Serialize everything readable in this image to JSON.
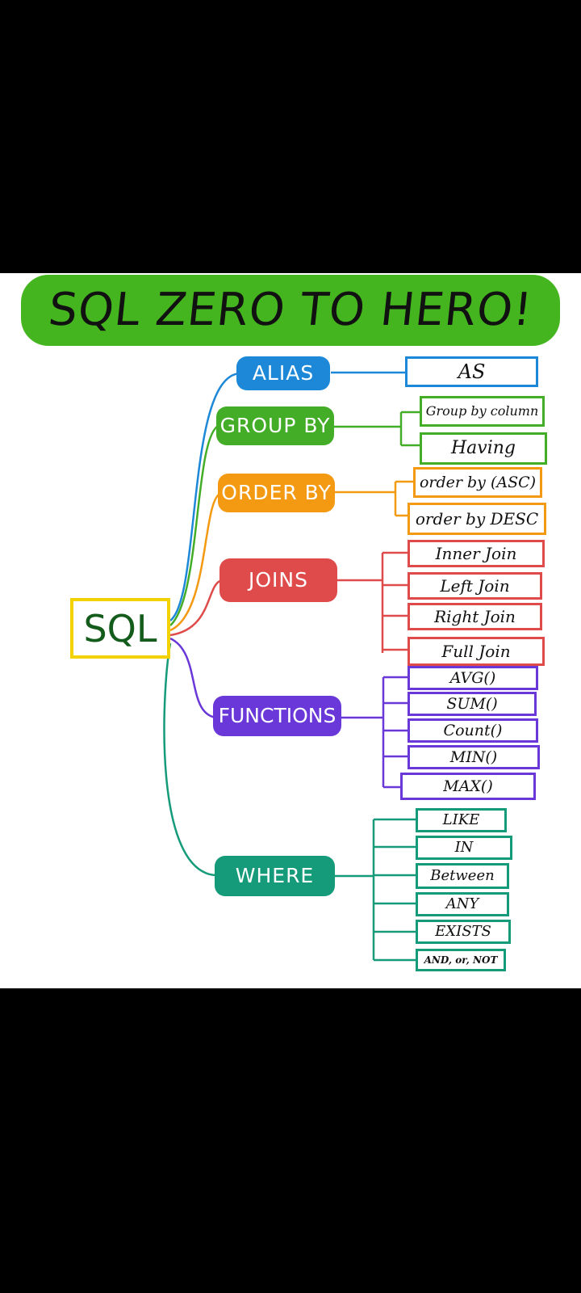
{
  "title": "SQL ZERO TO HERO!",
  "root": "SQL",
  "colors": {
    "banner": "#44b51e",
    "root_border": "#f2d200",
    "alias": "#1e88d8",
    "group_by": "#44ad28",
    "order_by": "#f39a12",
    "joins": "#df4b4b",
    "functions": "#6a38d8",
    "where": "#159a7a"
  },
  "categories": {
    "alias": {
      "label": "ALIAS",
      "items": [
        "AS"
      ]
    },
    "group_by": {
      "label": "GROUP BY",
      "items": [
        "Group by column",
        "Having"
      ]
    },
    "order_by": {
      "label": "ORDER BY",
      "items": [
        "order by (ASC)",
        "order by DESC"
      ]
    },
    "joins": {
      "label": "JOINS",
      "items": [
        "Inner Join",
        "Left Join",
        "Right Join",
        "Full Join"
      ]
    },
    "functions": {
      "label": "FUNCTIONS",
      "items": [
        "AVG()",
        "SUM()",
        "Count()",
        "MIN()",
        "MAX()"
      ]
    },
    "where": {
      "label": "WHERE",
      "items": [
        "LIKE",
        "IN",
        "Between",
        "ANY",
        "EXISTS",
        "AND, or, NOT"
      ]
    }
  }
}
